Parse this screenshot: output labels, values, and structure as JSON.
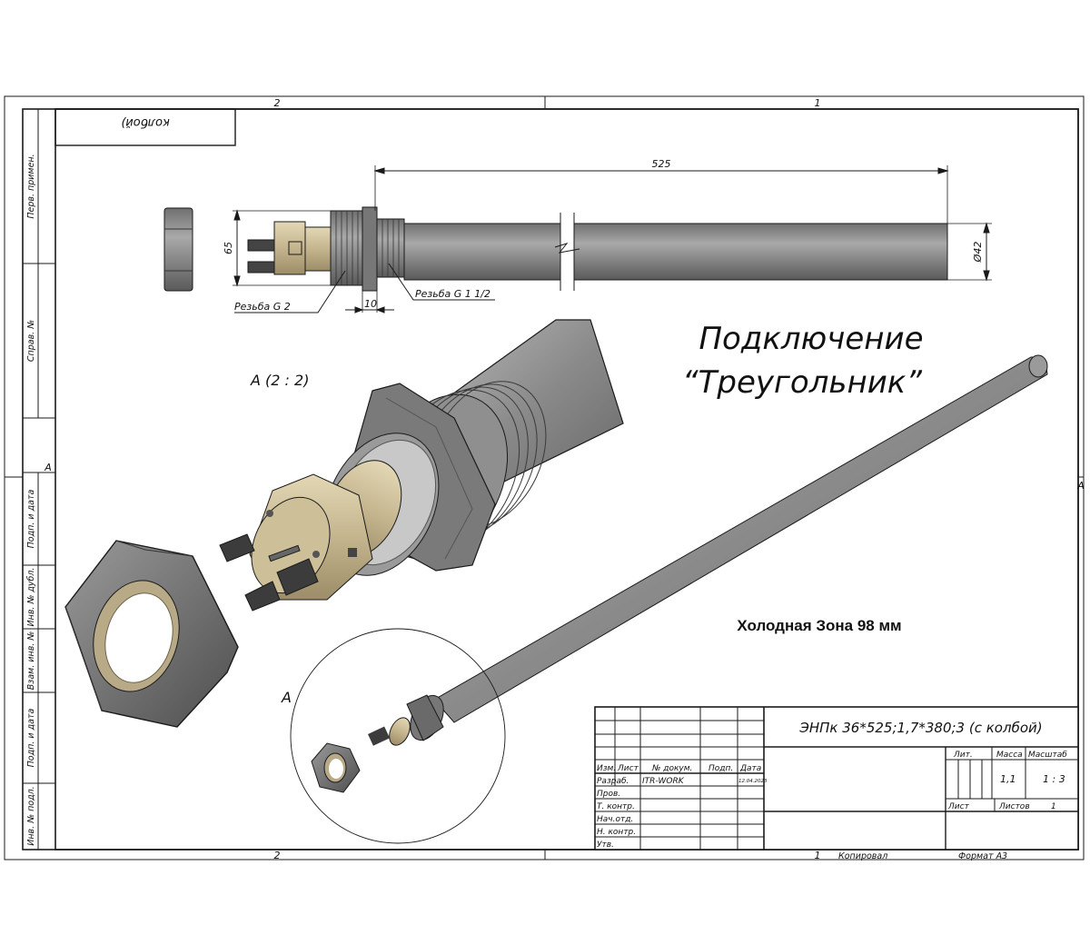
{
  "frame": {
    "top_zone_left": "2",
    "top_zone_right": "1",
    "bottom_zone_left": "2",
    "bottom_zone_right": "1",
    "side_mark_left": "A",
    "side_mark_right": "A",
    "copied_label": "Копировал",
    "format_label": "Формат A3",
    "mirrored_stamp": "колбой)"
  },
  "side_columns": [
    "Перв. примен.",
    "Справ. №",
    "Подп. и дата",
    "Инв. № дубл.",
    "Взам. инв. №",
    "Подп. и дата",
    "Инв. № подл."
  ],
  "dimensions": {
    "length": "525",
    "diameter": "Ø42",
    "height": "65",
    "width": "10",
    "thread_left": "Резьба G 2",
    "thread_right": "Резьба G 1 1/2"
  },
  "annotations": {
    "connection_line1": "Подключение",
    "connection_line2": "“Треугольник”",
    "detail_view_label": "A (2 : 2)",
    "detail_marker": "A",
    "cold_zone": "Холодная Зона 98 мм"
  },
  "title_block": {
    "designation": "ЭНПк 36*525;1,7*380;3 (с колбой)",
    "col_izm": "Изм.",
    "col_list": "Лист",
    "col_doc": "№ докум.",
    "col_sign": "Подп.",
    "col_date": "Дата",
    "row_razrab": "Разраб.",
    "row_prov": "Пров.",
    "row_tkontr": "Т. контр.",
    "row_nachotd": "Нач.отд.",
    "row_nkontr": "Н. контр.",
    "row_utv": "Утв.",
    "developer": "ITR-WORK",
    "date": "12.04.2023",
    "lit_label": "Лит.",
    "mass_label": "Масса",
    "scale_label": "Масштаб",
    "mass_value": "1,1",
    "scale_value": "1 : 3",
    "sheet_label": "Лист",
    "sheets_label": "Листов",
    "sheets_value": "1"
  },
  "colors": {
    "metal": "#8c8c8c",
    "metal_dark": "#555555",
    "brass": "#c9bb96",
    "line": "#1a1a1a"
  }
}
